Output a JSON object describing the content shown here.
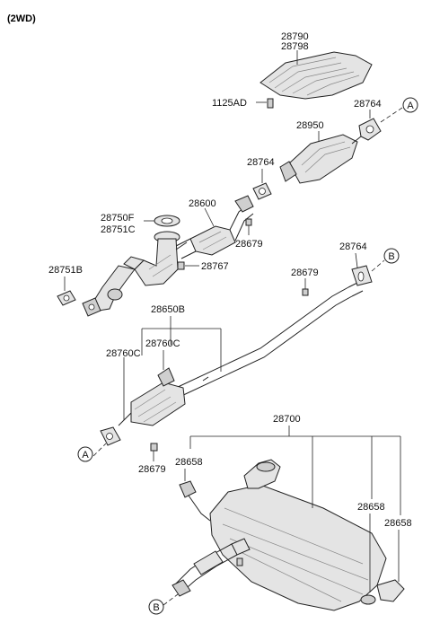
{
  "header": {
    "variant": "(2WD)"
  },
  "labels": {
    "p28790": "28790",
    "p28798": "28798",
    "p1125AD": "1125AD",
    "p28764_top": "28764",
    "p28950": "28950",
    "p28764_mid": "28764",
    "p28600": "28600",
    "p28750F": "28750F",
    "p28751C": "28751C",
    "p28679_a": "28679",
    "p28767": "28767",
    "p28751B": "28751B",
    "p28764_b": "28764",
    "p28679_b": "28679",
    "p28650B": "28650B",
    "p28760C_a": "28760C",
    "p28760C_b": "28760C",
    "p28679_c": "28679",
    "p28700": "28700",
    "p28658_a": "28658",
    "p28658_b": "28658",
    "p28658_c": "28658"
  },
  "connectors": {
    "a_top": "A",
    "b_top": "B",
    "a_bottom": "A",
    "b_bottom": "B"
  }
}
